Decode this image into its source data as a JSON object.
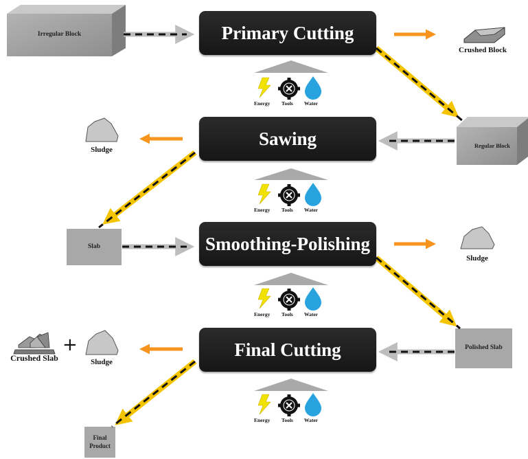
{
  "processes": {
    "primary": "Primary Cutting",
    "sawing": "Sawing",
    "smoothing": "Smoothing-Polishing",
    "final": "Final Cutting"
  },
  "materials": {
    "irregular_block": "Irregular Block",
    "crushed_block": "Crushed Block",
    "regular_block": "Regular Block",
    "sludge": "Sludge",
    "slab": "Slab",
    "polished_slab": "Polished Slab",
    "crushed_slab": "Crushed Slab",
    "final_product": "Final Product",
    "plus": "+"
  },
  "resources": {
    "energy": "Energy",
    "tools": "Tools",
    "water": "Water"
  },
  "colors": {
    "process_box": "#1c1c1c",
    "orange_arrow": "#f7941d",
    "yellow_arrow": "#f5c400",
    "gray_arrow": "#bdbdbd",
    "energy_bolt": "#f2e200",
    "water_drop": "#29a3e0",
    "block_gray": "#9e9e9e"
  }
}
